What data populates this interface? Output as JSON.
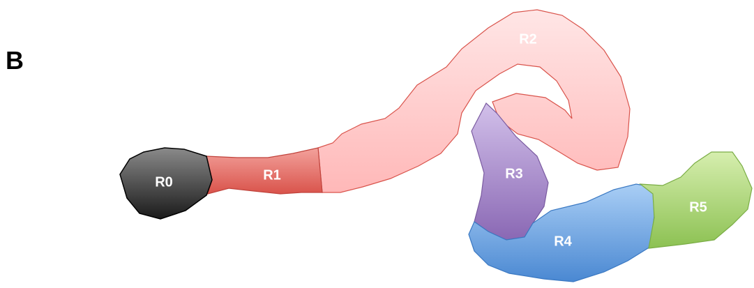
{
  "panel": {
    "label": "B"
  },
  "regions": [
    {
      "id": "r0",
      "label": "R0",
      "color": "#3a3a3a"
    },
    {
      "id": "r1",
      "label": "R1",
      "color": "#e0625a"
    },
    {
      "id": "r2",
      "label": "R2",
      "color": "#ffc4c4"
    },
    {
      "id": "r3",
      "label": "R3",
      "color": "#a98bc9"
    },
    {
      "id": "r4",
      "label": "R4",
      "color": "#6aa4e0"
    },
    {
      "id": "r5",
      "label": "R5",
      "color": "#a8d26a"
    }
  ]
}
